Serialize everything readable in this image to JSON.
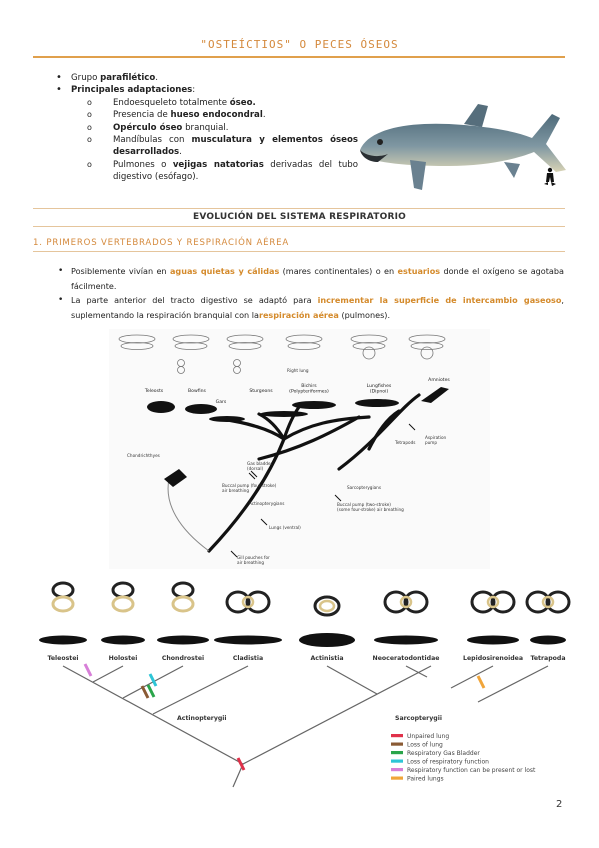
{
  "header": {
    "title": "\"OSTEÍCTIOS\" O PECES ÓSEOS"
  },
  "intro": {
    "items": [
      {
        "pre": "Grupo ",
        "bold": "parafilético",
        "post": "."
      },
      {
        "pre": "",
        "bold": "Principales adaptaciones",
        "post": ":"
      }
    ],
    "sub_items": [
      {
        "t1": "Endoesqueleto totalmente ",
        "b1": "óseo.",
        "t2": "",
        "b2": "",
        "t3": ""
      },
      {
        "t1": "Presencia de ",
        "b1": "hueso endocondral",
        "t2": ".",
        "b2": "",
        "t3": ""
      },
      {
        "t1": "",
        "b1": "Opérculo óseo",
        "t2": " branquial.",
        "b2": "",
        "t3": ""
      },
      {
        "t1": "Mandíbulas con ",
        "b1": "musculatura y elementos óseos desarrollados",
        "t2": ".",
        "b2": "",
        "t3": ""
      },
      {
        "t1": "Pulmones o ",
        "b1": "vejigas natatorias",
        "t2": " derivadas del tubo digestivo (esófago).",
        "b2": "",
        "t3": ""
      }
    ]
  },
  "section": {
    "title": "EVOLUCIÓN DEL SISTEMA RESPIRATORIO",
    "subtitle": "1. PRIMEROS VERTEBRADOS Y RESPIRACIÓN AÉREA"
  },
  "paragraphs": {
    "p1": {
      "a": "Posiblemente vivían en ",
      "b": "aguas quietas y cálidas",
      "c": " (mares continentales) o en ",
      "d": "estuarios",
      "e": " donde el oxígeno se agotaba fácilmente."
    },
    "p2": {
      "a": "La parte anterior del tracto digestivo se adaptó para ",
      "b": "incrementar la superficie de intercambio gaseoso",
      "c": ", suplementando la respiración branquial con la",
      "d": "respiración aérea",
      "e": " (pulmones)."
    }
  },
  "figure1": {
    "taxa": [
      "Teleosts",
      "Bowfins",
      "Gars",
      "Sturgeons",
      "Bichirs\n(Polypteriformes)",
      "Lungfishes\n(Dipnoi)",
      "Amniotes"
    ],
    "labels": {
      "right_lung": "Right lung",
      "chondrichthyes": "Chondrichthyes",
      "gas_bladder": "Gas bladder\n(dorsal)",
      "buccal4": "Buccal pump (four-stroke)\nair breathing",
      "actinopterygians": "Actinopterygians",
      "sarcopterygians": "Sarcopterygians",
      "buccal2": "Buccal pump (two-stroke)\n(some four-stroke) air breathing",
      "tetrapods": "Tetrapods",
      "aspiration": "Aspiration\npump",
      "lungs": "Lungs (ventral)",
      "gill": "Gill pouches for\nair breathing"
    }
  },
  "figure2": {
    "taxa": [
      "Teleostei",
      "Holostei",
      "Chondrostei",
      "Cladistia",
      "Actinistia",
      "Neoceratodontidae",
      "Lepidosirenoidea",
      "Tetrapoda"
    ],
    "clades": {
      "actino": "Actinopterygii",
      "sarco": "Sarcopterygii"
    },
    "legend": [
      {
        "label": "Unpaired lung",
        "color": "#e0314a"
      },
      {
        "label": "Loss of lung",
        "color": "#8a5a34"
      },
      {
        "label": "Respiratory Gas Bladder",
        "color": "#2aa54a"
      },
      {
        "label": "Loss of respiratory function",
        "color": "#2ec5d6"
      },
      {
        "label": "Respiratory function can be present or lost",
        "color": "#d77fd8"
      },
      {
        "label": "Paired lungs",
        "color": "#f0a53a"
      }
    ]
  },
  "page": {
    "number": "2"
  },
  "colors": {
    "accent": "#d4893c",
    "highlight": "#d48a2b"
  }
}
